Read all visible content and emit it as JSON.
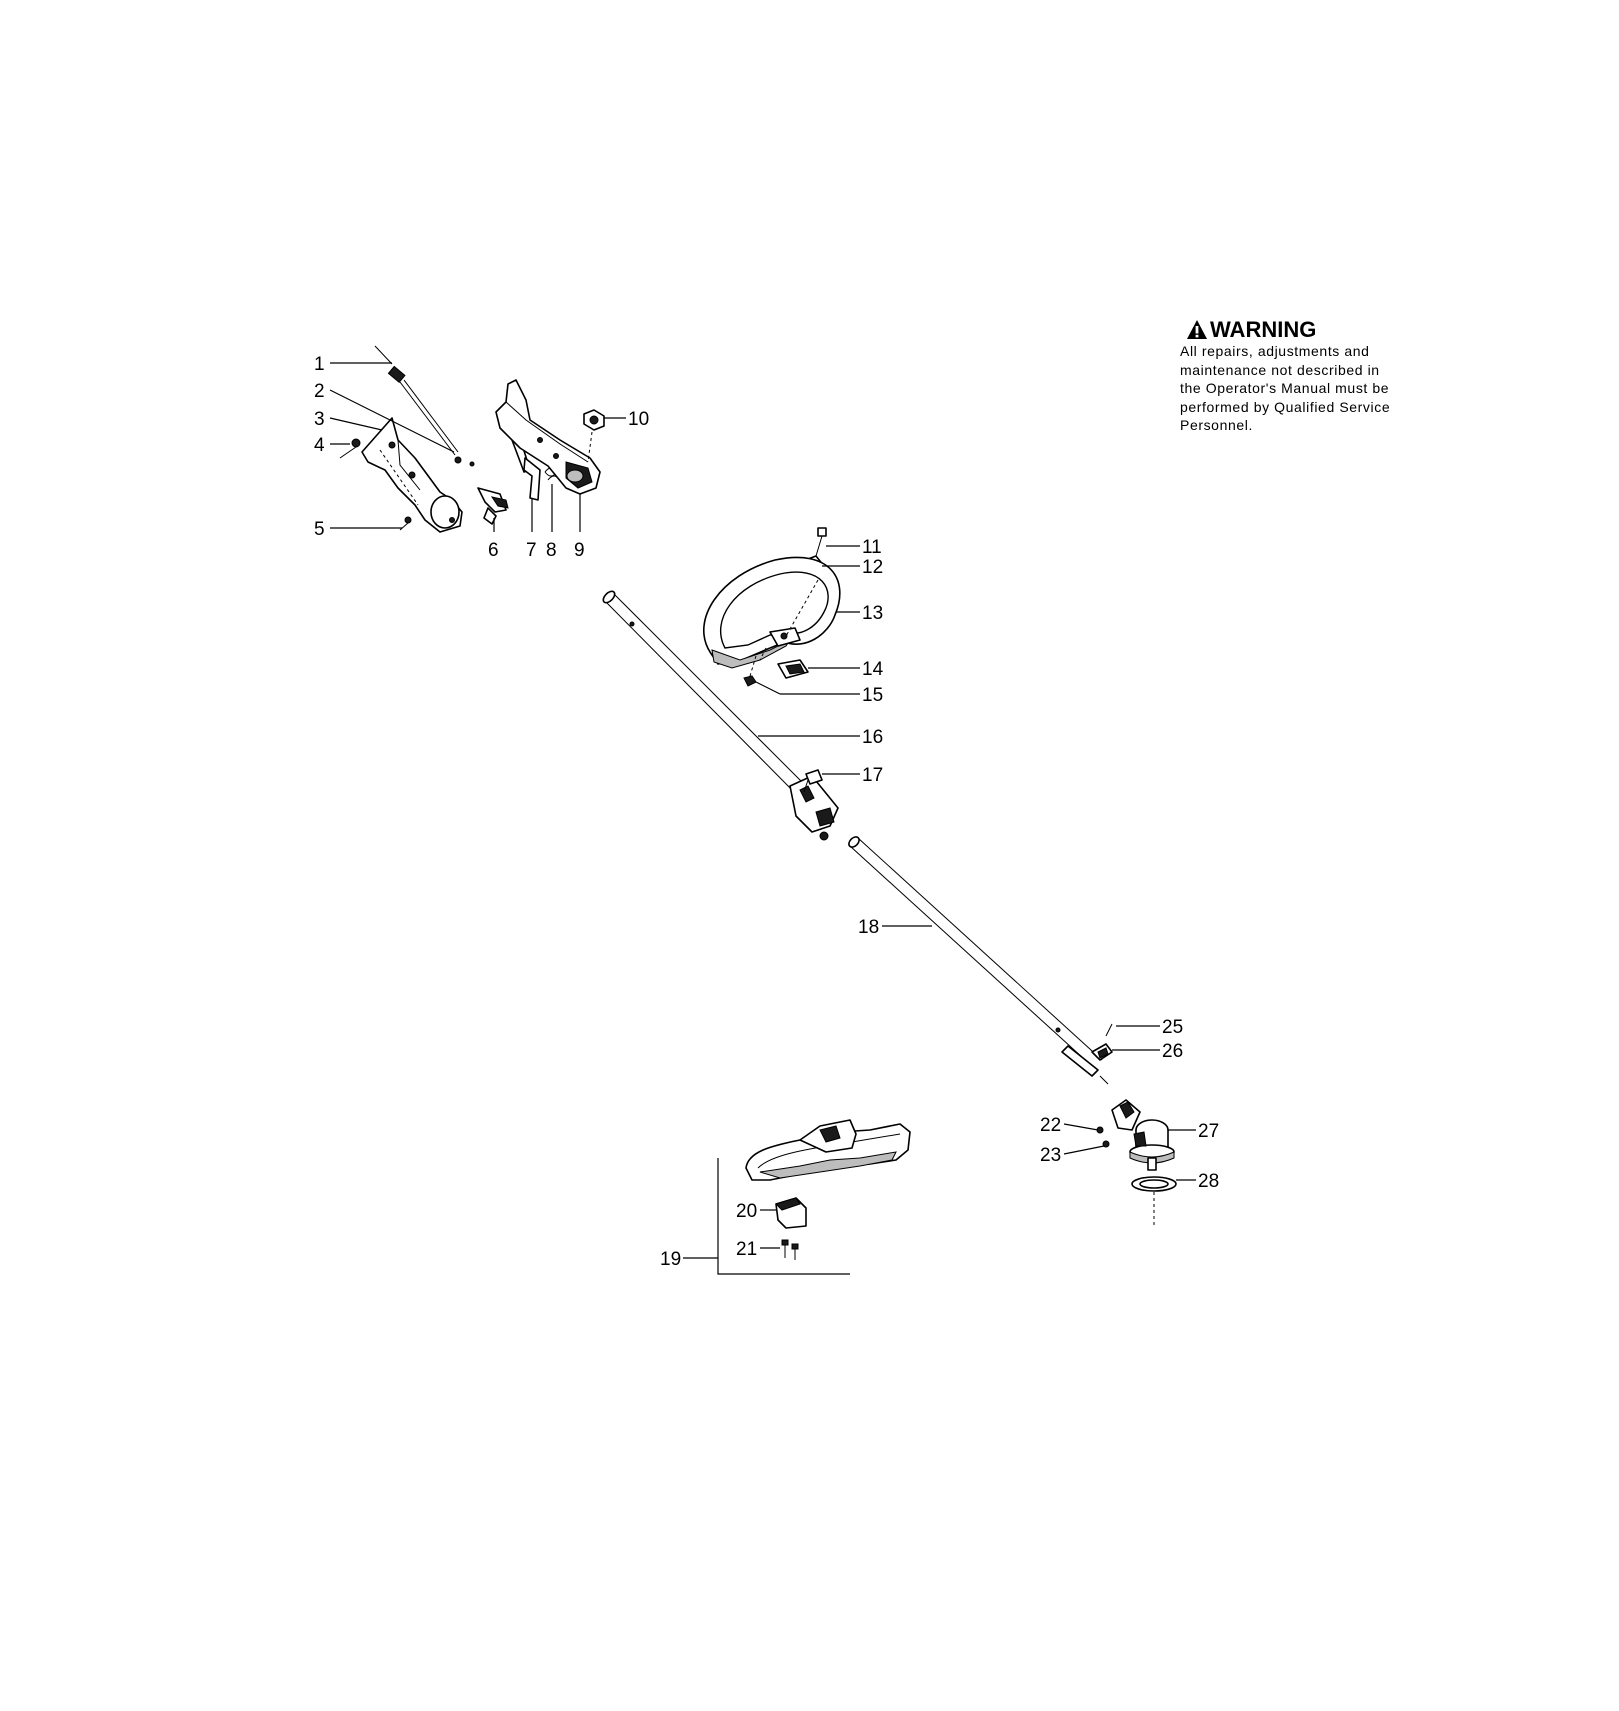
{
  "warning": {
    "title": "WARNING",
    "lines": [
      "All repairs, adjustments and",
      "maintenance not described in",
      "the Operator's Manual must be",
      "performed by Qualified Service",
      "Personnel."
    ]
  },
  "callouts": [
    "1",
    "2",
    "3",
    "4",
    "5",
    "6",
    "7",
    "8",
    "9",
    "10",
    "11",
    "12",
    "13",
    "14",
    "15",
    "16",
    "17",
    "18",
    "19",
    "20",
    "21",
    "22",
    "23",
    "25",
    "26",
    "27",
    "28"
  ],
  "icons": {
    "warning": "warning-triangle-icon"
  }
}
